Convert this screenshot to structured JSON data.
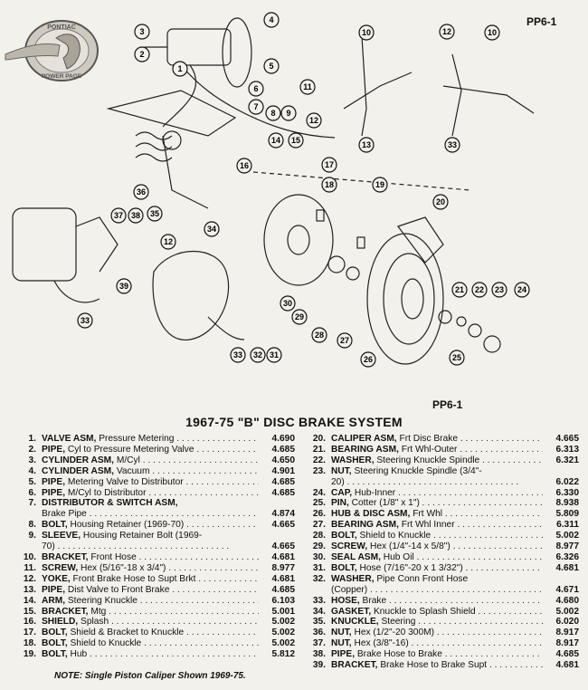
{
  "page_code_top": "PP6-1",
  "page_code_mid": "PP6-1",
  "logo": {
    "brand_text": "PONTIAC",
    "tagline_text": "POWER PAGE"
  },
  "diagram": {
    "callouts": [
      "1",
      "2",
      "3",
      "4",
      "5",
      "6",
      "7",
      "8",
      "9",
      "10",
      "11",
      "12",
      "13",
      "14",
      "15",
      "16",
      "17",
      "18",
      "19",
      "20",
      "21",
      "22",
      "23",
      "24",
      "25",
      "26",
      "27",
      "28",
      "29",
      "30",
      "31",
      "32",
      "33",
      "34",
      "35",
      "36",
      "37",
      "38",
      "39"
    ]
  },
  "title": "1967-75 \"B\" DISC BRAKE SYSTEM",
  "parts_left": [
    {
      "no": "1.",
      "name": "VALVE ASM,",
      "desc": " Pressure Metering",
      "part": "4.690"
    },
    {
      "no": "2.",
      "name": "PIPE,",
      "desc": " Cyl to Pressure Metering Valve",
      "part": "4.685"
    },
    {
      "no": "3.",
      "name": "CYLINDER ASM,",
      "desc": " M/Cyl",
      "part": "4.650"
    },
    {
      "no": "4.",
      "name": "CYLINDER ASM,",
      "desc": " Vacuum",
      "part": "4.901"
    },
    {
      "no": "5.",
      "name": "PIPE,",
      "desc": " Metering Valve to Distributor",
      "part": "4.685"
    },
    {
      "no": "6.",
      "name": "PIPE,",
      "desc": " M/Cyl to Distributor",
      "part": "4.685"
    },
    {
      "no": "7.",
      "name": "DISTRIBUTOR & SWITCH ASM,",
      "desc": "",
      "part": ""
    },
    {
      "no": "",
      "name": "",
      "desc": "Brake Pipe",
      "part": "4.874"
    },
    {
      "no": "8.",
      "name": "BOLT,",
      "desc": " Housing Retainer (1969-70)",
      "part": "4.665"
    },
    {
      "no": "9.",
      "name": "SLEEVE,",
      "desc": " Housing Retainer Bolt (1969-",
      "part": ""
    },
    {
      "no": "",
      "name": "",
      "desc": "70)",
      "part": "4.665"
    },
    {
      "no": "10.",
      "name": "BRACKET,",
      "desc": " Front Hose",
      "part": "4.681"
    },
    {
      "no": "11.",
      "name": "SCREW,",
      "desc": " Hex (5/16\"-18 x 3/4\")",
      "part": "8.977"
    },
    {
      "no": "12.",
      "name": "YOKE,",
      "desc": " Front Brake Hose to Supt Brkt",
      "part": "4.681"
    },
    {
      "no": "13.",
      "name": "PIPE,",
      "desc": " Dist Valve to Front Brake",
      "part": "4.685"
    },
    {
      "no": "14.",
      "name": "ARM,",
      "desc": " Steering Knuckle",
      "part": "6.103"
    },
    {
      "no": "15.",
      "name": "BRACKET,",
      "desc": " Mtg",
      "part": "5.001"
    },
    {
      "no": "16.",
      "name": "SHIELD,",
      "desc": " Splash",
      "part": "5.002"
    },
    {
      "no": "17.",
      "name": "BOLT,",
      "desc": " Shield & Bracket to Knuckle",
      "part": "5.002"
    },
    {
      "no": "18.",
      "name": "BOLT,",
      "desc": " Shield to Knuckle",
      "part": "5.002"
    },
    {
      "no": "19.",
      "name": "BOLT,",
      "desc": " Hub",
      "part": "5.812"
    }
  ],
  "parts_right": [
    {
      "no": "20.",
      "name": "CALIPER ASM,",
      "desc": " Frt Disc Brake",
      "part": "4.665"
    },
    {
      "no": "21.",
      "name": "BEARING ASM,",
      "desc": " Frt Whl-Outer",
      "part": "6.313"
    },
    {
      "no": "22.",
      "name": "WASHER,",
      "desc": " Steering Knuckle Spindle",
      "part": "6.321"
    },
    {
      "no": "23.",
      "name": "NUT,",
      "desc": " Steering Knuckle Spindle (3/4\"-",
      "part": ""
    },
    {
      "no": "",
      "name": "",
      "desc": "20)",
      "part": "6.022"
    },
    {
      "no": "24.",
      "name": "CAP,",
      "desc": " Hub-Inner",
      "part": "6.330"
    },
    {
      "no": "25.",
      "name": "PIN,",
      "desc": " Cotter (1/8\" x 1\")",
      "part": "8.938"
    },
    {
      "no": "26.",
      "name": "HUB & DISC ASM,",
      "desc": " Frt Whl",
      "part": "5.809"
    },
    {
      "no": "27.",
      "name": "BEARING ASM,",
      "desc": " Frt Whl Inner",
      "part": "6.311"
    },
    {
      "no": "28.",
      "name": "BOLT,",
      "desc": " Shield to Knuckle",
      "part": "5.002"
    },
    {
      "no": "29.",
      "name": "SCREW,",
      "desc": " Hex (1/4\"-14 x 5/8\")",
      "part": "8.977"
    },
    {
      "no": "30.",
      "name": "SEAL ASM,",
      "desc": " Hub Oil",
      "part": "6.326"
    },
    {
      "no": "31.",
      "name": "BOLT,",
      "desc": " Hose (7/16\"-20 x 1 3/32\")",
      "part": "4.681"
    },
    {
      "no": "32.",
      "name": "WASHER,",
      "desc": " Pipe Conn Front Hose",
      "part": ""
    },
    {
      "no": "",
      "name": "",
      "desc": "(Copper)",
      "part": "4.671"
    },
    {
      "no": "33.",
      "name": "HOSE,",
      "desc": " Brake",
      "part": "4.680"
    },
    {
      "no": "34.",
      "name": "GASKET,",
      "desc": " Knuckle to Splash Shield",
      "part": "5.002"
    },
    {
      "no": "35.",
      "name": "KNUCKLE,",
      "desc": " Steering",
      "part": "6.020"
    },
    {
      "no": "36.",
      "name": "NUT,",
      "desc": " Hex (1/2\"-20 300M)",
      "part": "8.917"
    },
    {
      "no": "37.",
      "name": "NUT,",
      "desc": " Hex (3/8\"-16)",
      "part": "8.917"
    },
    {
      "no": "38.",
      "name": "PIPE,",
      "desc": " Brake Hose to Brake",
      "part": "4.685"
    },
    {
      "no": "39.",
      "name": "BRACKET,",
      "desc": " Brake Hose to Brake Supt",
      "part": "4.681"
    }
  ],
  "note": "NOTE: Single Piston Caliper Shown 1969-75."
}
